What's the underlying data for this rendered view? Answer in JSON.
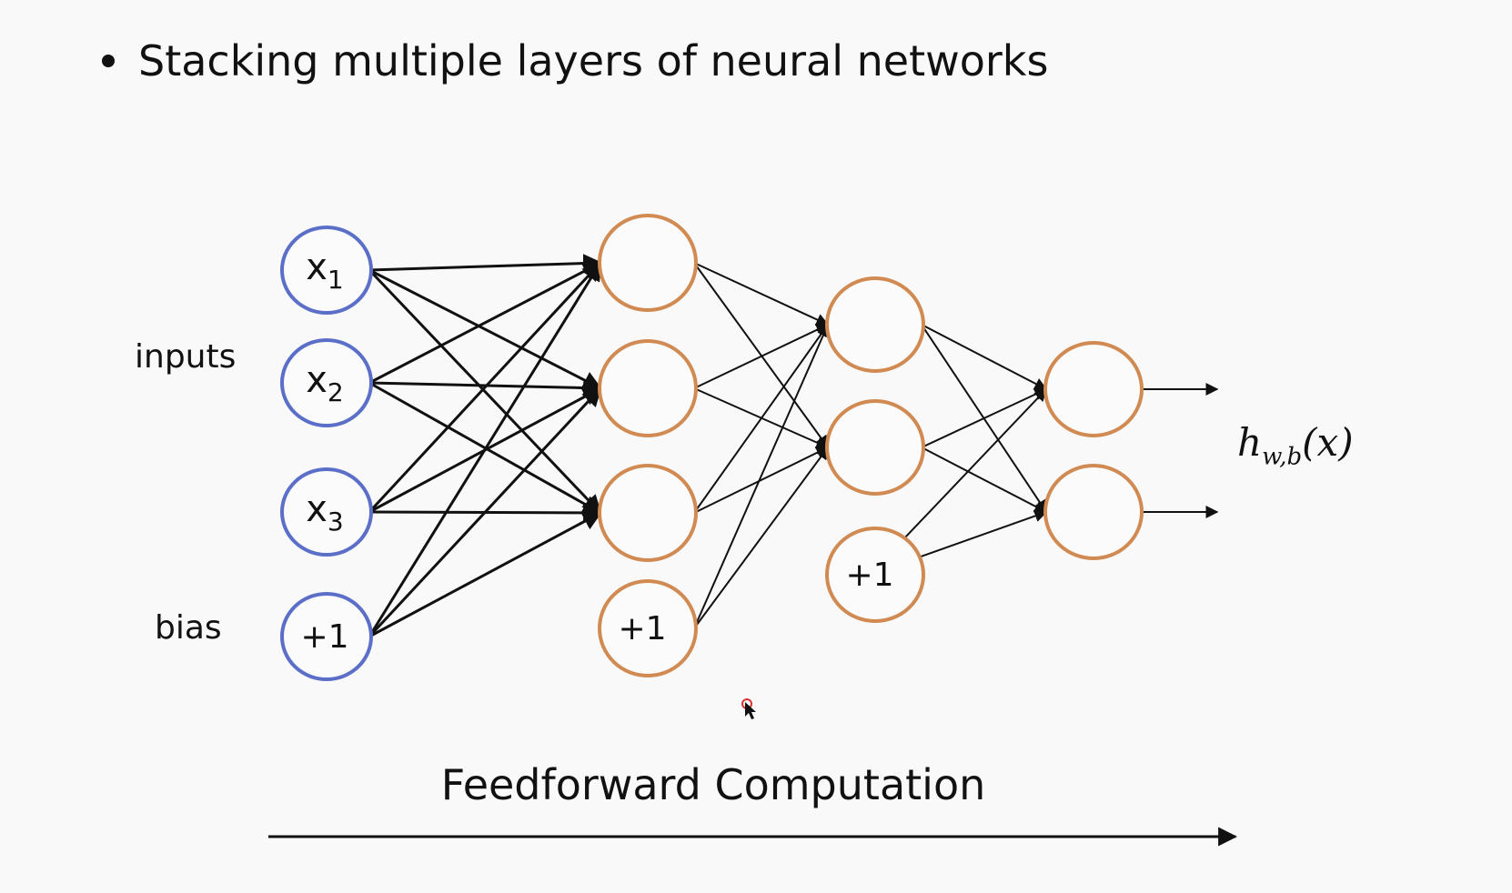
{
  "slide": {
    "bullet_text": "Stacking multiple layers of neural networks",
    "inputs_label": "inputs",
    "bias_label": "bias",
    "output_label": {
      "h": "h",
      "sub": "w,b",
      "arg": "(x)"
    },
    "caption": "Feedforward Computation"
  },
  "network": {
    "input_nodes": [
      {
        "var": "x",
        "sub": "1"
      },
      {
        "var": "x",
        "sub": "2"
      },
      {
        "var": "x",
        "sub": "3"
      }
    ],
    "bias_text": "+1",
    "colors": {
      "input_ring": "#5b6fc9",
      "hidden_ring": "#d08a52",
      "edge": "#111111"
    }
  }
}
